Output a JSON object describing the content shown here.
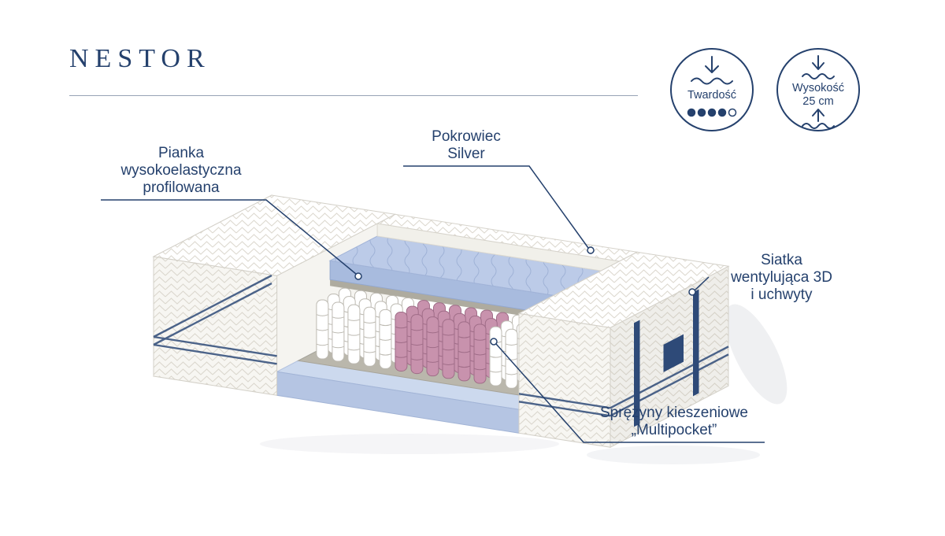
{
  "title": "NESTOR",
  "badges": {
    "hardness": {
      "label": "Twardość",
      "level": 4,
      "max": 5
    },
    "height": {
      "label": "Wysokość",
      "value": "25 cm"
    }
  },
  "labels": {
    "pianka": {
      "lines": [
        "Pianka",
        "wysokoelastyczna",
        "profilowana"
      ]
    },
    "pokrowiec": {
      "lines": [
        "Pokrowiec",
        "Silver"
      ]
    },
    "siatka": {
      "lines": [
        "Siatka",
        "wentylująca 3D",
        "i uchwyty"
      ]
    },
    "sprezyny": {
      "lines": [
        "Sprężyny kieszeniowe",
        "„Multipocket”"
      ]
    }
  },
  "colors": {
    "navy": "#25416d",
    "band_navy": "#2e4a78",
    "foam_blue_top": "#bccbe8",
    "foam_blue_front": "#a8bbde",
    "base_blue_top": "#ccd9ee",
    "base_blue_front": "#b5c5e3",
    "felt_grey": "#bab7ac",
    "spring_pink": "#c892ad"
  },
  "illustration": {
    "springs": {
      "rows": [
        0.44,
        0.345,
        0.25
      ],
      "col_start": 0.305,
      "col_step": 0.0345,
      "col_count": 13,
      "pink_from": 5,
      "pink_to": 10,
      "white_fill": "#ffffff",
      "white_stroke": "#bdbab2",
      "pink_fill": "#c892ad",
      "pink_stroke": "#a06d88"
    }
  }
}
